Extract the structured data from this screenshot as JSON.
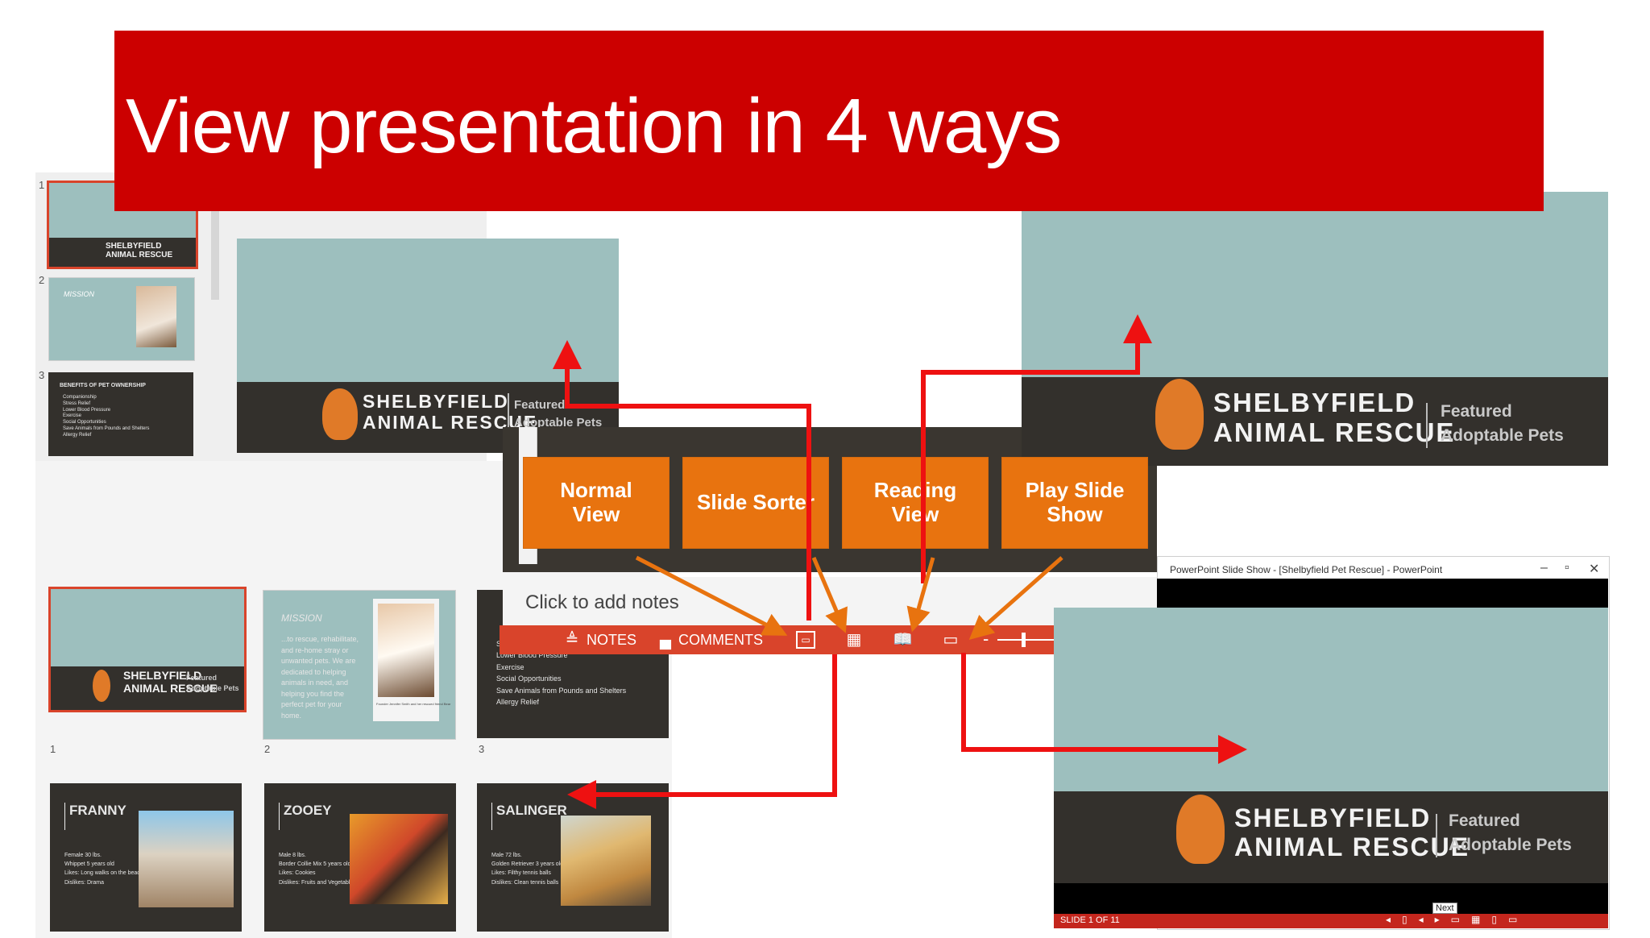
{
  "banner": {
    "title": "View presentation in 4 ways"
  },
  "brand": {
    "line1": "SHELBYFIELD",
    "line2": "ANIMAL RESCUE",
    "tag1": "Featured",
    "tag2": "Adoptable Pets"
  },
  "thumbnails": {
    "numbers": [
      "1",
      "2",
      "3"
    ],
    "mission_title": "MISSION",
    "mission_text": [
      "...to rescue, rehabilitate,",
      "and re-home stray or",
      "unwanted pets. We are",
      "dedicated to helping",
      "animals in need, and",
      "helping you find the",
      "perfect pet for your",
      "home."
    ],
    "benefits_title": "BENEFITS OF PET OWNERSHIP",
    "benefits_list": [
      "Companionship",
      "Stress Relief",
      "Lower Blood Pressure",
      "Exercise",
      "Social Opportunities",
      "Save Animals from Pounds and Shelters",
      "Allergy Relief"
    ]
  },
  "sorter": {
    "numbers": [
      "1",
      "2",
      "3"
    ],
    "pets": [
      {
        "name": "FRANNY",
        "details": [
          "Female      30 lbs.",
          "Whippet      5 years old",
          "Likes: Long walks on the beach",
          "Dislikes: Drama"
        ]
      },
      {
        "name": "ZOOEY",
        "details": [
          "Male         8 lbs.",
          "Border Collie Mix  5 years old",
          "Likes: Cookies",
          "Dislikes: Fruits and Vegetables"
        ]
      },
      {
        "name": "SALINGER",
        "details": [
          "Male         72 lbs.",
          "Golden Retriever  3 years old",
          "Likes: Filthy tennis balls",
          "Dislikes: Clean tennis balls"
        ]
      }
    ],
    "photo_caption": "Founder Jennifer Smith and her rescued friend Bear"
  },
  "callouts": {
    "normal": "Normal View",
    "sorter": "Slide Sorter",
    "reading": "Reading View",
    "slideshow": "Play Slide Show"
  },
  "notes": {
    "placeholder": "Click to add notes"
  },
  "statusbar": {
    "notes_label": "NOTES",
    "comments_label": "COMMENTS",
    "zoom_minus": "-",
    "zoom_plus": "+",
    "zoom_level": 0.2
  },
  "slideshow_window": {
    "title": "PowerPoint Slide Show - [Shelbyfield Pet Rescue] - PowerPoint",
    "slide_counter": "SLIDE 1 OF 11",
    "tooltip": "Next"
  },
  "colors": {
    "banner": "#cc0000",
    "callout": "#e8730f",
    "statusbar": "#d9442b",
    "slide_teal": "#9dbfbe",
    "slide_dark": "#33302c",
    "arrow_red": "#ee1111",
    "arrow_orange": "#e8730f"
  }
}
